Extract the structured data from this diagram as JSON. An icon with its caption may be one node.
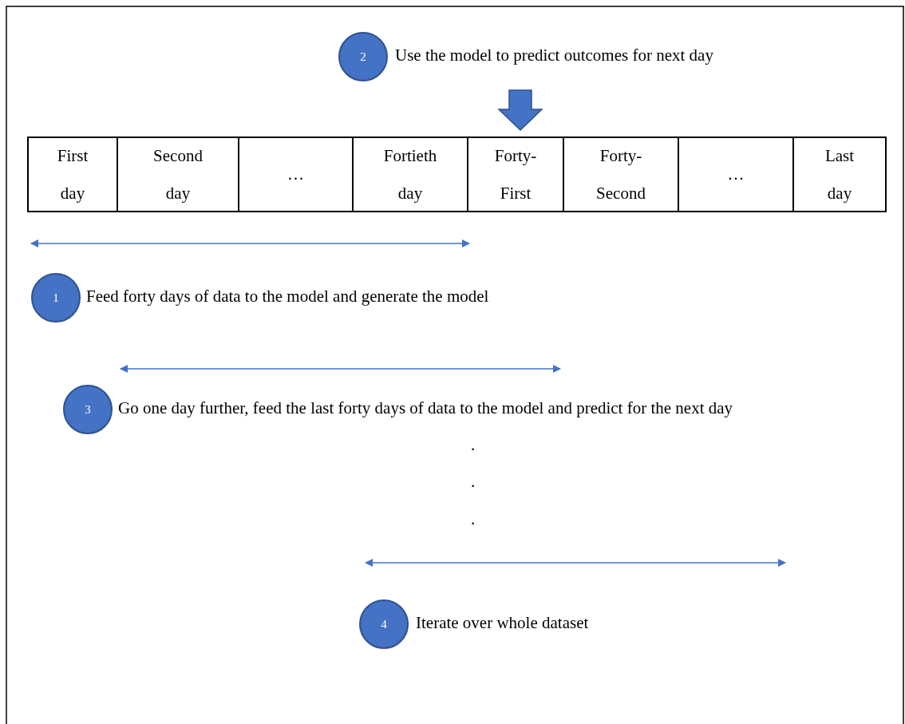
{
  "diagram": {
    "nodes": [
      {
        "text": [
          "2"
        ],
        "beside": [
          "Use the model to predict outcomes for next day"
        ]
      },
      {
        "text": [
          "First day"
        ]
      },
      {
        "text": [
          "Second day"
        ]
      },
      {
        "text": [
          "…"
        ]
      },
      {
        "text": [
          "Fortieth day"
        ]
      },
      {
        "text": [
          "Forty-First"
        ]
      },
      {
        "text": [
          "Forty-Second"
        ]
      },
      {
        "text": [
          "…"
        ]
      },
      {
        "text": [
          "Last day"
        ]
      },
      {
        "text": [
          "1"
        ],
        "beside": [
          "Feed forty days of data to the model and generate the model"
        ]
      },
      {
        "text": [
          "3"
        ],
        "beside": [
          "Go one day further, feed the last forty days of data to the model and predict for the next day"
        ]
      },
      {
        "text": [
          "4"
        ],
        "beside": [
          "Iterate over whole dataset"
        ]
      }
    ],
    "edges": [
      {
        "from": null,
        "to": 5,
        "arrow": "to",
        "style": "thick"
      }
    ],
    "labels": [
      ".",
      ".",
      "."
    ]
  }
}
